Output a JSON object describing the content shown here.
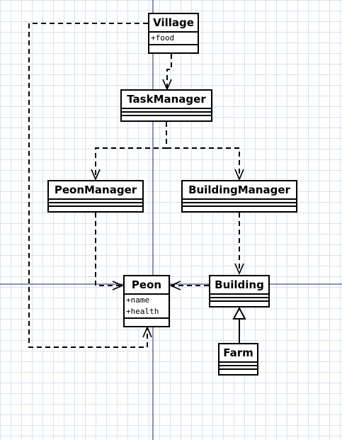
{
  "diagram": {
    "classes": [
      {
        "id": "village",
        "name": "Village",
        "attributes": [
          "+food"
        ]
      },
      {
        "id": "taskmanager",
        "name": "TaskManager",
        "attributes": []
      },
      {
        "id": "peonmanager",
        "name": "PeonManager",
        "attributes": []
      },
      {
        "id": "buildingmanager",
        "name": "BuildingManager",
        "attributes": []
      },
      {
        "id": "peon",
        "name": "Peon",
        "attributes": [
          "+name",
          "+health"
        ]
      },
      {
        "id": "building",
        "name": "Building",
        "attributes": []
      },
      {
        "id": "farm",
        "name": "Farm",
        "attributes": []
      }
    ],
    "relations": [
      {
        "from": "village",
        "to": "taskmanager",
        "kind": "dependency"
      },
      {
        "from": "taskmanager",
        "to": "peonmanager",
        "kind": "dependency"
      },
      {
        "from": "taskmanager",
        "to": "buildingmanager",
        "kind": "dependency"
      },
      {
        "from": "peonmanager",
        "to": "peon",
        "kind": "dependency"
      },
      {
        "from": "buildingmanager",
        "to": "building",
        "kind": "dependency"
      },
      {
        "from": "building",
        "to": "peon",
        "kind": "dependency"
      },
      {
        "from": "village",
        "to": "peon",
        "kind": "dependency"
      },
      {
        "from": "farm",
        "to": "building",
        "kind": "generalization"
      }
    ]
  }
}
